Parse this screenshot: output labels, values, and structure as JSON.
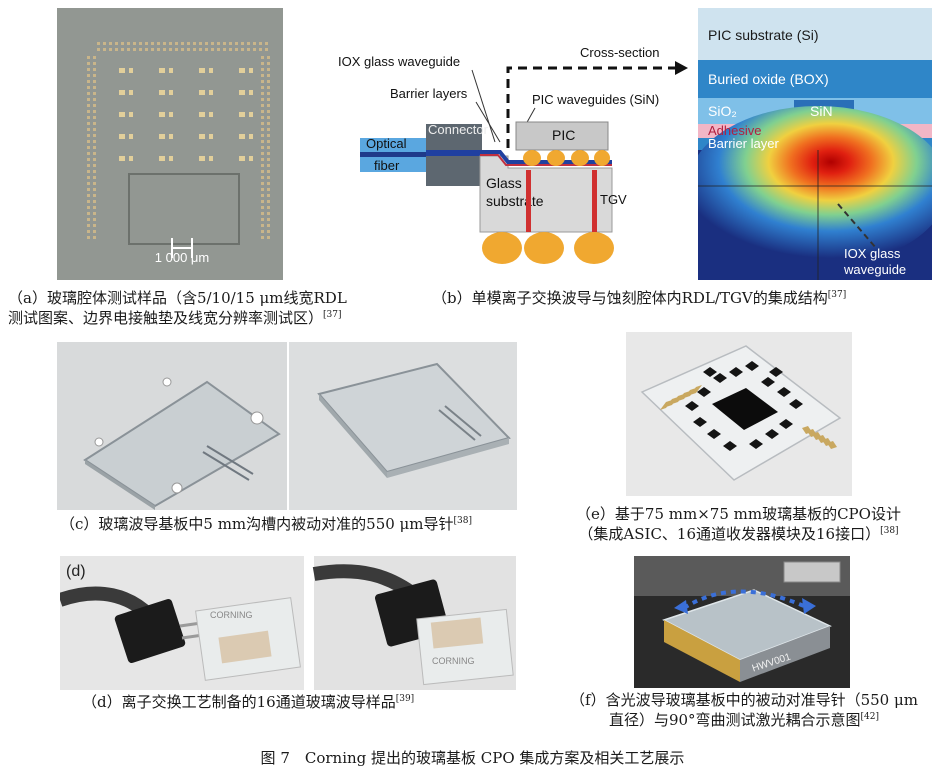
{
  "panels": {
    "a": {
      "scale_label": "1 000 μm",
      "caption_line1": "（a）玻璃腔体测试样品（含5/10/15 μm线宽RDL",
      "caption_line2": "测试图案、边界电接触垫及线宽分辨率测试区）",
      "caption_ref": "[37]"
    },
    "b": {
      "labels": {
        "cross_section": "Cross-section",
        "iox_waveguide": "IOX glass waveguide",
        "barrier_layers": "Barrier layers",
        "pic_waveguides": "PIC waveguides (SiN)",
        "optical": "Optical",
        "fiber": "fiber",
        "connector": "Connector",
        "pic": "PIC",
        "glass": "Glass",
        "substrate": "substrate",
        "tgv": "TGV"
      },
      "inset_labels": {
        "pic_substrate": "PIC substrate (Si)",
        "box": "Buried oxide (BOX)",
        "sio2": "SiO₂",
        "sin": "SiN",
        "adhesive": "Adhesive",
        "barrier": "Barrier layer",
        "iox_line1": "IOX glass",
        "iox_line2": "waveguide"
      },
      "caption": "（b）单模离子交换波导与蚀刻腔体内RDL/TGV的集成结构",
      "caption_ref": "[37]"
    },
    "c": {
      "caption": "（c）玻璃波导基板中5 mm沟槽内被动对准的550 μm导针",
      "caption_ref": "[38]"
    },
    "d": {
      "tag": "(d)",
      "brand": "CORNING",
      "caption": "（d）离子交换工艺制备的16通道玻璃波导样品",
      "caption_ref": "[39]"
    },
    "e": {
      "caption_line1": "（e）基于75 mm×75 mm玻璃基板的CPO设计",
      "caption_line2": "（集成ASIC、16通道收发器模块及16接口）",
      "caption_ref": "[38]"
    },
    "f": {
      "chip_label": "HWV001",
      "caption_line1": "（f）含光波导玻璃基板中的被动对准导针（550 μm",
      "caption_line2": "直径）与90°弯曲测试激光耦合示意图",
      "caption_ref": "[42]"
    }
  },
  "figure_title": "图 7　Corning 提出的玻璃基板 CPO 集成方案及相关工艺展示",
  "colors": {
    "waveguide_blue": "#4a90d9",
    "pic_gray": "#c8c8c8",
    "solder": "#f0a830",
    "tgv_red": "#d03030",
    "inset_top": "#cfe3ef",
    "inset_box": "#2f86c8",
    "inset_adhesive": "#f2b6c6"
  }
}
